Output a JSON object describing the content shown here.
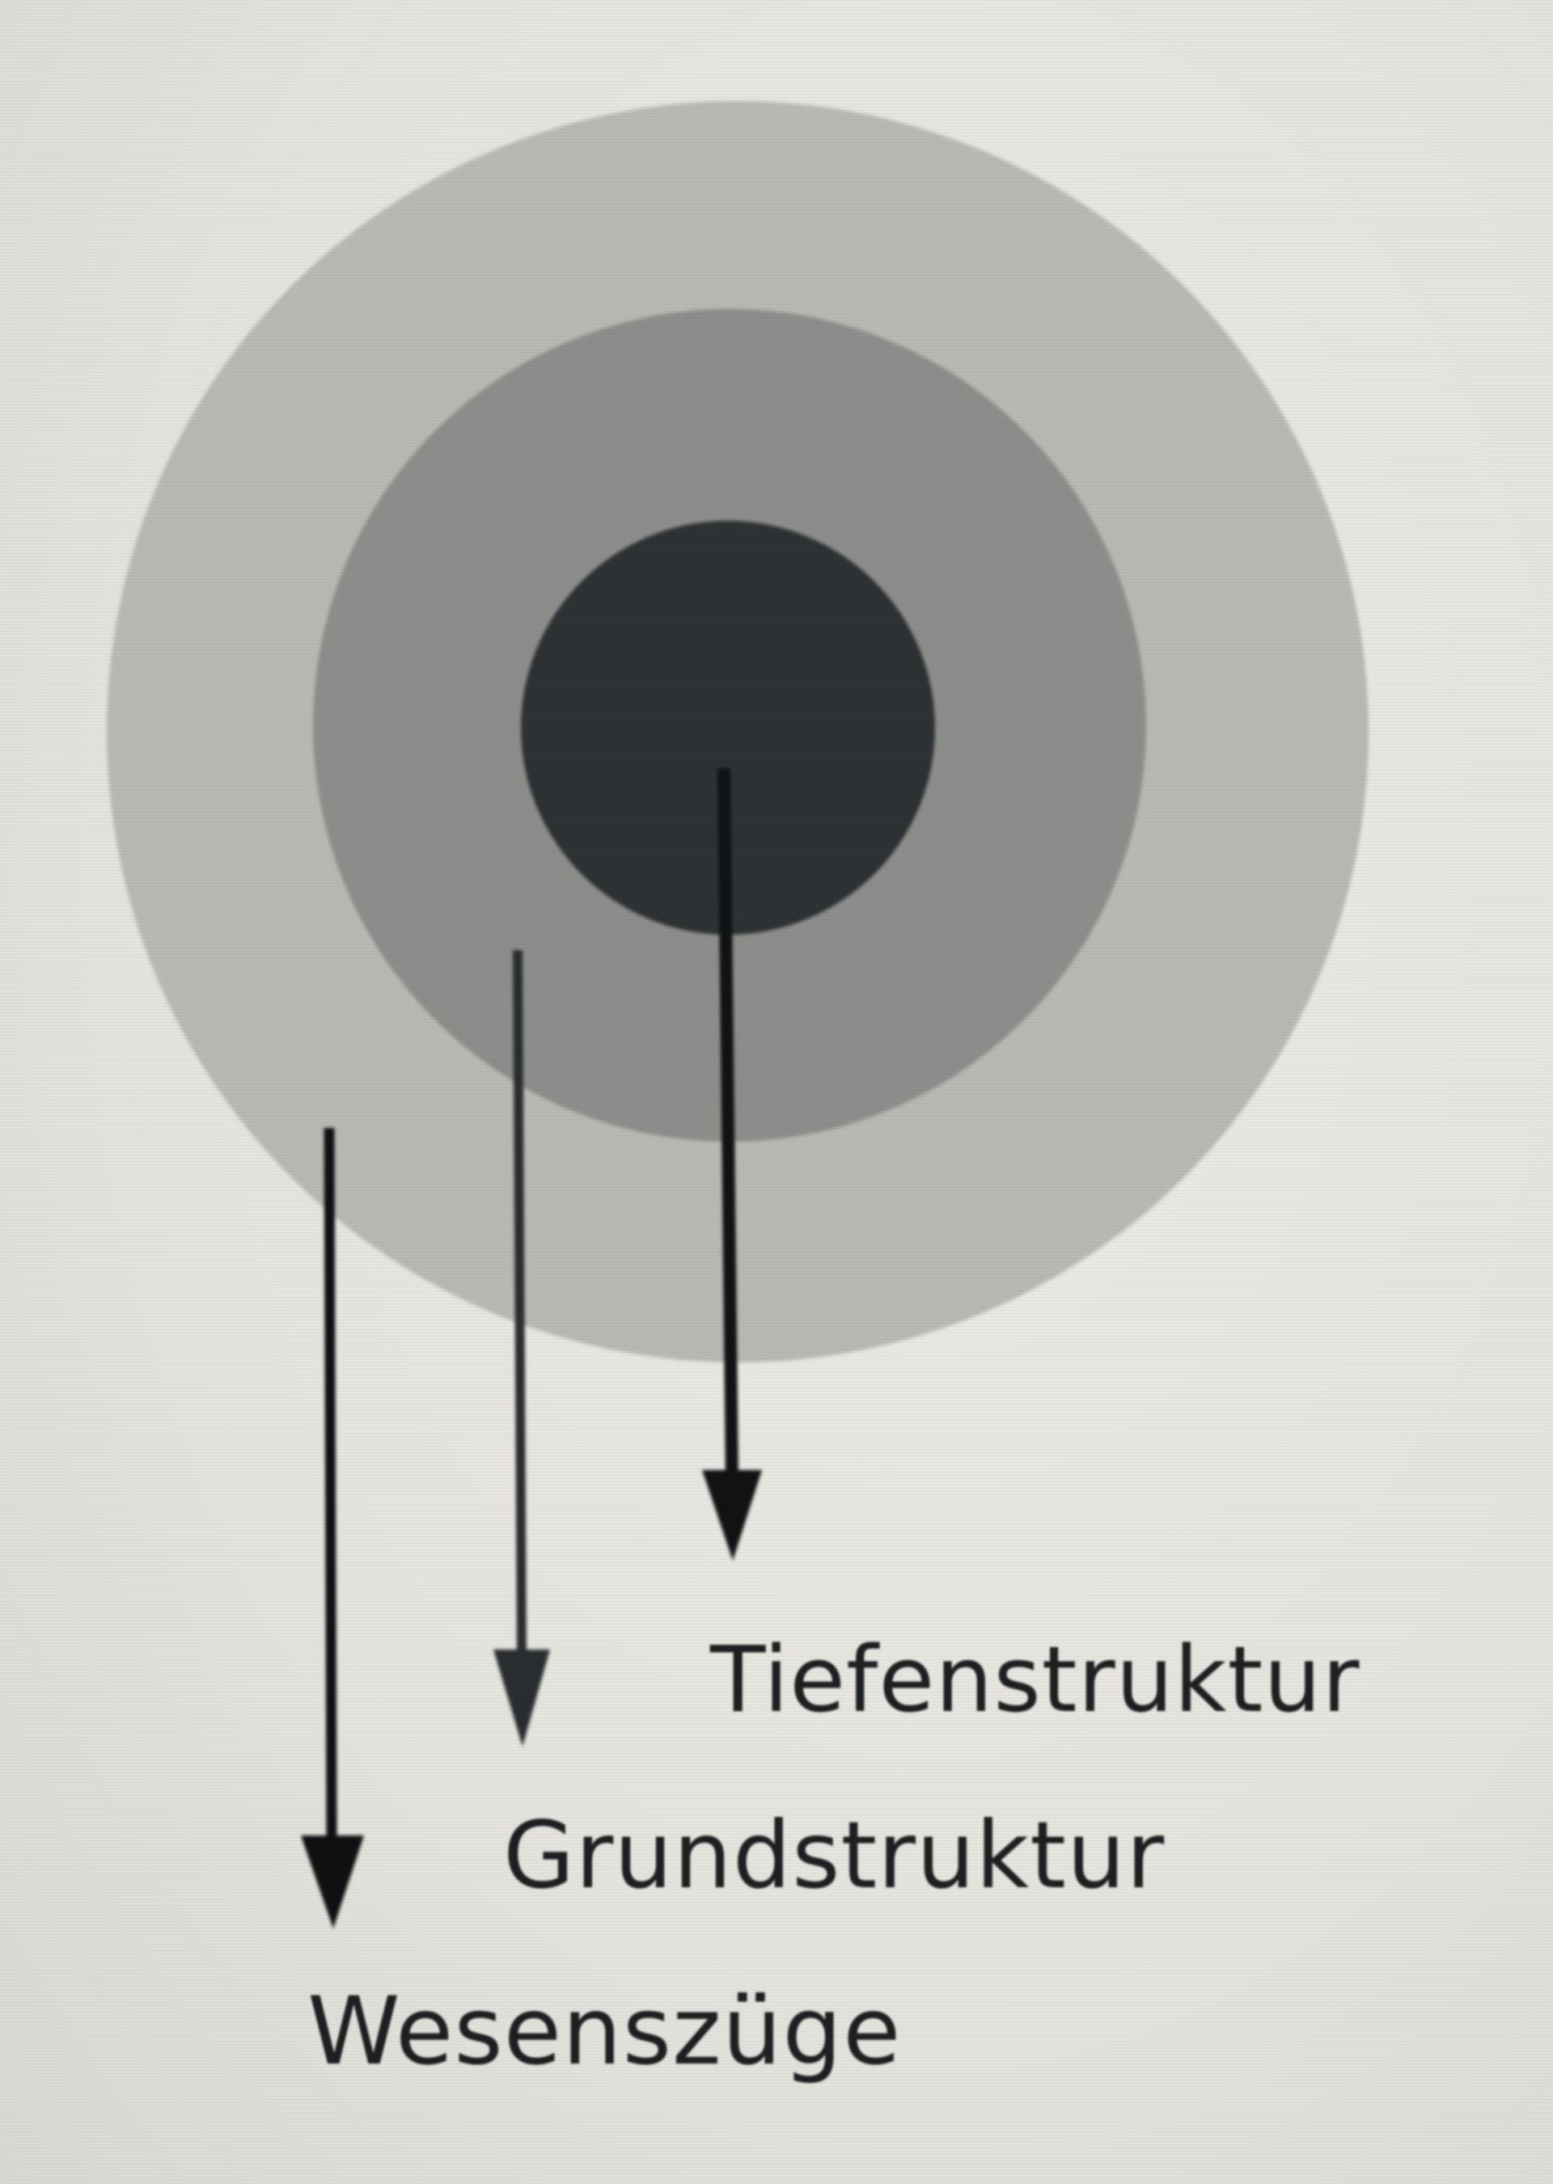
{
  "diagram": {
    "type": "concentric-layers",
    "layers": [
      {
        "id": "outer",
        "label": "Wesenszüge",
        "color": "#b9b8b3"
      },
      {
        "id": "middle",
        "label": "Grundstruktur",
        "color": "#8b8c89"
      },
      {
        "id": "inner",
        "label": "Tiefenstruktur",
        "color": "#2e3234"
      }
    ],
    "labels": {
      "tiefenstruktur": "Tiefenstruktur",
      "grundstruktur": "Grundstruktur",
      "wesenszuege": "Wesenszüge"
    },
    "arrow_color": "#101214",
    "background": "#e6e5e0"
  }
}
